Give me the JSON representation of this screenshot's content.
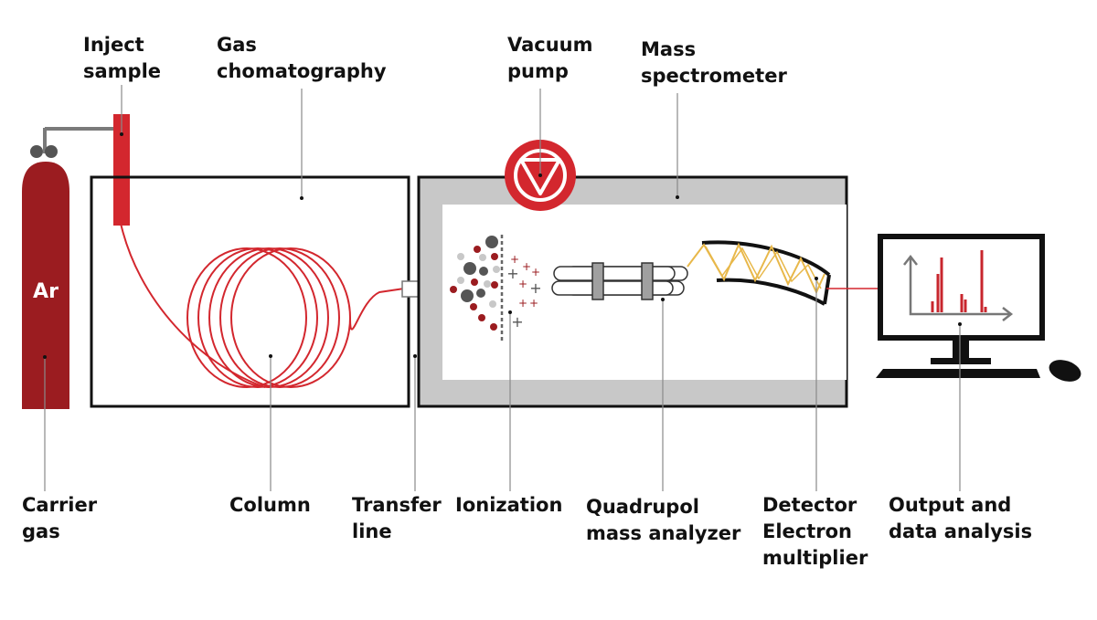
{
  "labels": {
    "inject_sample": [
      "Inject",
      "sample"
    ],
    "gas_chromatography": [
      "Gas",
      "chomatography"
    ],
    "vacuum_pump": [
      "Vacuum",
      "pump"
    ],
    "mass_spectrometer": [
      "Mass",
      "spectrometer"
    ],
    "carrier_gas": [
      "Carrier",
      "gas"
    ],
    "column": [
      "Column"
    ],
    "transfer_line": [
      "Transfer",
      "line"
    ],
    "ionization": [
      "Ionization"
    ],
    "quadrupol": [
      "Quadrupol",
      "mass analyzer"
    ],
    "detector": [
      "Detector",
      "Electron",
      "multiplier"
    ],
    "output": [
      "Output and",
      "data analysis"
    ]
  },
  "cylinder_gas": "Ar",
  "ion_symbol": "+",
  "colors": {
    "accent_red": "#c8262d",
    "dark_red": "#9b1c20",
    "chamber_gray": "#c8c8c8",
    "frame": "#111111",
    "detector_yellow": "#e8b84a"
  },
  "icons": [
    "gas-cylinder-icon",
    "vacuum-pump-icon",
    "computer-monitor-icon",
    "mouse-icon"
  ]
}
